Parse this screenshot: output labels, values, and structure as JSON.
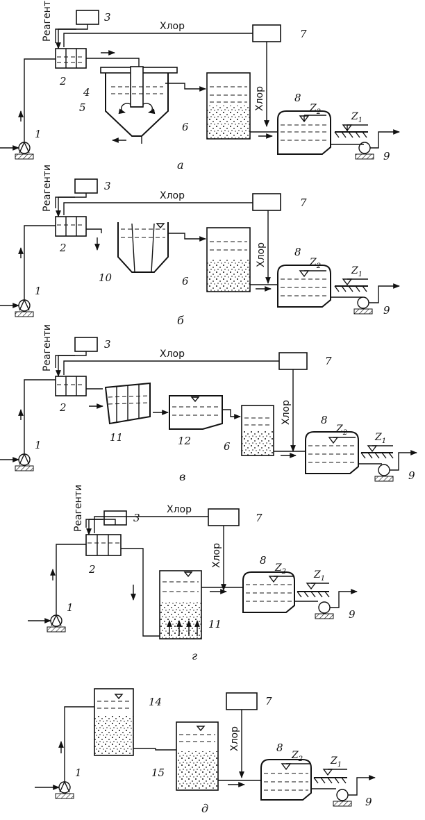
{
  "labels": {
    "reagents": "Реагенти",
    "chlorine": "Хлор",
    "z1": "Z",
    "z2": "Z",
    "z1_sub": "1",
    "z2_sub": "2"
  },
  "numbers": {
    "n1": "1",
    "n2": "2",
    "n3": "3",
    "n4": "4",
    "n5": "5",
    "n6": "6",
    "n7": "7",
    "n8": "8",
    "n9": "9",
    "n10": "10",
    "n11": "11",
    "n12": "12",
    "n14": "14",
    "n15": "15"
  },
  "captions": {
    "a": "а",
    "b": "б",
    "v": "в",
    "g": "г",
    "d": "д"
  }
}
